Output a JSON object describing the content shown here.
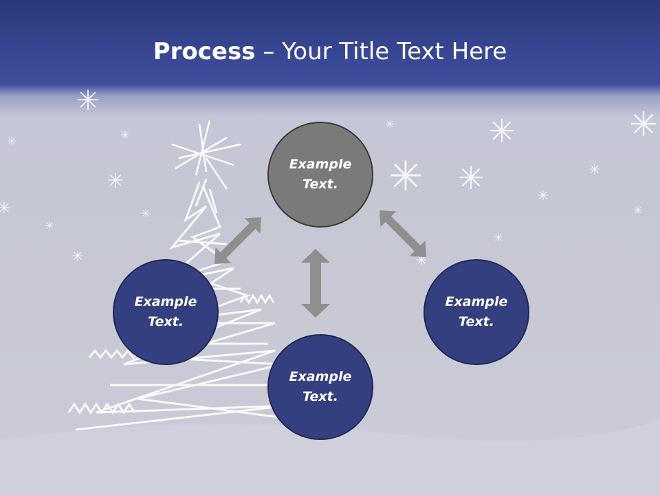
{
  "slide": {
    "title_bold": "Process",
    "title_rest": " – Your Title Text Here"
  },
  "diagram": {
    "nodes": [
      {
        "id": "top",
        "line1": "Example",
        "line2": "Text.",
        "color": "#7a7a7a"
      },
      {
        "id": "left",
        "line1": "Example",
        "line2": "Text.",
        "color": "#343f7f"
      },
      {
        "id": "right",
        "line1": "Example",
        "line2": "Text.",
        "color": "#343f7f"
      },
      {
        "id": "bottom",
        "line1": "Example",
        "line2": "Text.",
        "color": "#343f7f"
      }
    ],
    "arrow_color": "#8f8f8f"
  },
  "colors": {
    "header": "#36448f",
    "background": "#c7c8d3"
  }
}
